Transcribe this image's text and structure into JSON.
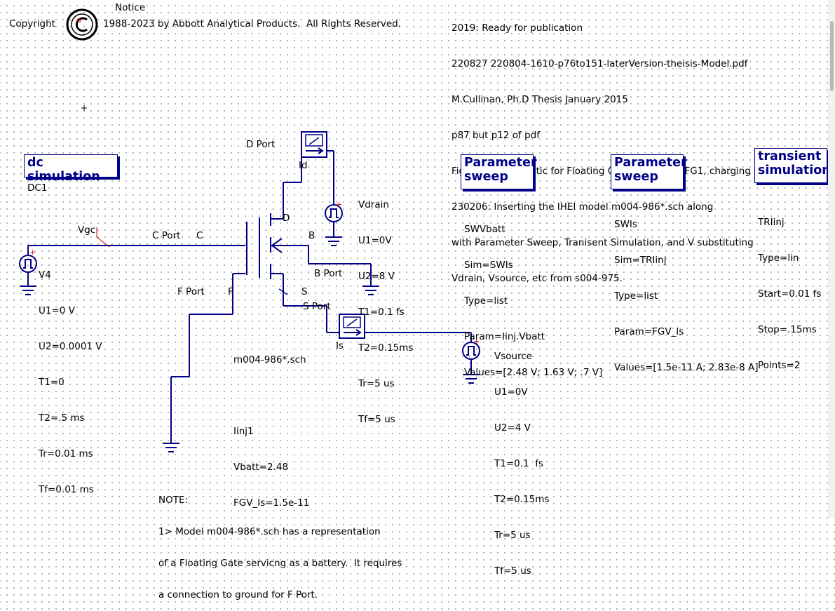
{
  "notice": {
    "title": "Notice",
    "copyright_word": "Copyright",
    "copyright_text": "1988-2023 by Abbott Analytical Products.  All Rights Reserved."
  },
  "header_notes": [
    "2019: Ready for publication",
    "220827 220804-1610-p76to151-laterVersion-theisis-Model.pdf",
    "M.Cullinan, Ph.D Thesis January 2015",
    "p87 but p12 of pdf",
    "Fig. 8.1.1 Schematic for Floating Gate transistor, FG1, charging",
    "230206: Inserting the IHEI model m004-986*.sch along",
    "with Parameter Sweep, Tranisent Simulation, and V substituting",
    "Vdrain, Vsource, etc from s004-975."
  ],
  "dc_sim": {
    "title": "dc simulation",
    "name": "DC1"
  },
  "sweep1": {
    "title_line1": "Parameter",
    "title_line2": "sweep",
    "props": [
      "SWVbatt",
      "Sim=SWIs",
      "Type=list",
      "Param=Iinj.Vbatt",
      "Values=[2.48 V; 1.63 V; .7 V]"
    ]
  },
  "sweep2": {
    "title_line1": "Parameter",
    "title_line2": "sweep",
    "props": [
      "SWIs",
      "Sim=TRIinj",
      "Type=list",
      "Param=FGV_Is",
      "Values=[1.5e-11 A; 2.83e-8 A]"
    ]
  },
  "transient": {
    "title_line1": "transient",
    "title_line2": "simulation",
    "props": [
      "TRIinj",
      "Type=lin",
      "Start=0.01 fs",
      "Stop=.15ms",
      "Points=2"
    ]
  },
  "v4": {
    "props": [
      "V4",
      "U1=0 V",
      "U2=0.0001 V",
      "T1=0",
      "T2=.5 ms",
      "Tr=0.01 ms",
      "Tf=0.01 ms"
    ]
  },
  "vdrain": {
    "props": [
      "Vdrain",
      "U1=0V",
      "U2=8 V",
      "T1=0.1 fs",
      "T2=0.15ms",
      "Tr=5 us",
      "Tf=5 us"
    ]
  },
  "vsource": {
    "props": [
      "Vsource",
      "U1=0V",
      "U2=4 V",
      "T1=0.1  fs",
      "T2=0.15ms",
      "Tr=5 us",
      "Tf=5 us"
    ]
  },
  "labels": {
    "vgc": "Vgc",
    "c_port": "C Port",
    "c": "C",
    "d_port": "D Port",
    "d": "D",
    "id": "Id",
    "b": "B",
    "b_port": "B Port",
    "f_port": "F Port",
    "f": "F",
    "s": "S",
    "s_port": "S Port",
    "is": "Is",
    "plus": "+"
  },
  "subckt": {
    "props": [
      "m004-986*.sch",
      "",
      "Iinj1",
      "Vbatt=2.48",
      "FGV_Is=1.5e-11"
    ]
  },
  "note": [
    "NOTE:",
    "1> Model m004-986*.sch has a representation",
    "of a Floating Gate servicng as a battery.  It requires",
    "a connection to ground for F Port."
  ],
  "colors": {
    "wire": "#000088",
    "component": "#000088",
    "accent": "#cc0000",
    "background": "#ffffff"
  }
}
